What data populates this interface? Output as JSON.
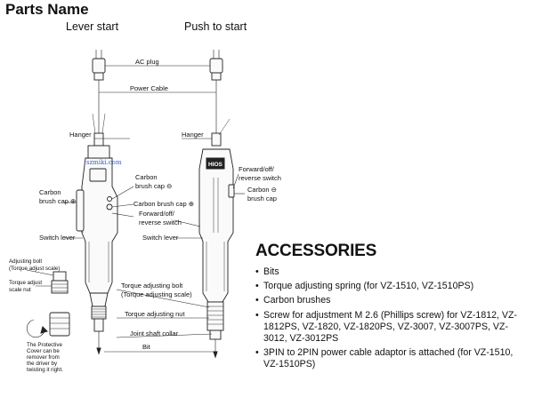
{
  "title": "Parts Name",
  "left_heading": "Lever start",
  "right_heading": "Push to start",
  "watermark": "szmiki.com",
  "callouts": {
    "ac_plug": "AC plug",
    "power_cable": "Power Cable",
    "hanger_left": "Hanger",
    "hanger_right": "Hanger",
    "carbon_cap_left_1": "Carbon",
    "carbon_cap_left_2": "brush cap ⊕",
    "carbon_cap_top_1": "Carbon",
    "carbon_cap_top_2": "brush cap ⊖",
    "carbon_cap_plus": "Carbon brush cap ⊕",
    "fwd_mid_1": "Forward/off/",
    "fwd_mid_2": "reverse switch",
    "switch_lever_1": "Switch lever",
    "switch_lever_2": "Switch lever",
    "fwd_right_1": "Forward/off/",
    "fwd_right_2": "reverse switch",
    "carbon_right_1": "Carbon ⊖",
    "carbon_right_2": "brush cap",
    "torque_bolt_1": "Torque adjusting bolt",
    "torque_bolt_2": "(Torque adjusting scale)",
    "torque_nut": "Torque adjusting nut",
    "joint_collar": "Joint shaft collar",
    "bit": "Bit",
    "adj_bolt_1": "Adjusting bolt",
    "adj_bolt_2": "(Torque adjust scale)",
    "adj_nut_1": "Torque adjust",
    "adj_nut_2": "scale nut",
    "cover_1": "The Protective",
    "cover_2": "Cover can be",
    "cover_3": "remover from",
    "cover_4": "the driver by",
    "cover_5": "twisting it right.",
    "brand": "HIOS"
  },
  "accessories": {
    "title": "ACCESSORIES",
    "items": [
      "Bits",
      "Torque adjusting spring (for VZ-1510, VZ-1510PS)",
      "Carbon brushes",
      "Screw for adjustment M 2.6 (Phillips screw) for VZ-1812, VZ-1812PS, VZ-1820, VZ-1820PS, VZ-3007, VZ-3007PS, VZ-3012, VZ-3012PS",
      "3PIN to 2PIN power cable adaptor is attached (for VZ-1510, VZ-1510PS)"
    ]
  }
}
